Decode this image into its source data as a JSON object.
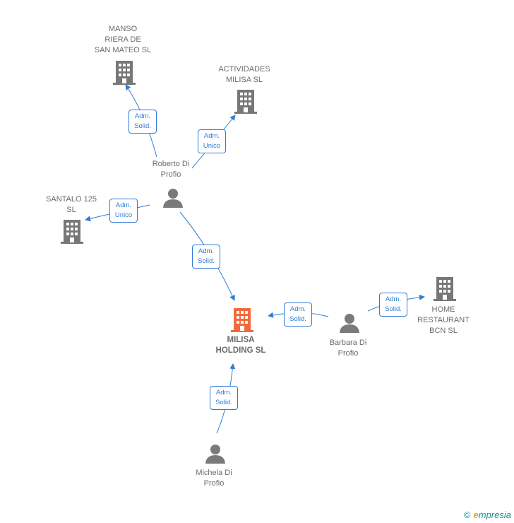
{
  "colors": {
    "company": "#777777",
    "center": "#f26a3c",
    "person": "#7a7a7a",
    "edge": "#2f7bd6"
  },
  "nodes": {
    "manso": {
      "label": "MANSO\nRIERA DE\nSAN MATEO SL"
    },
    "actividades": {
      "label": "ACTIVIDADES\nMILISA  SL"
    },
    "santalo": {
      "label": "SANTALO 125\nSL"
    },
    "milisa": {
      "label": "MILISA\nHOLDING  SL"
    },
    "home": {
      "label": "HOME\nRESTAURANT\nBCN SL"
    },
    "roberto": {
      "label": "Roberto Di\nProfio"
    },
    "barbara": {
      "label": "Barbara Di\nProfio"
    },
    "michela": {
      "label": "Michela Di\nProfio"
    }
  },
  "edges": {
    "roberto_manso": "Adm.\nSolid.",
    "roberto_actividades": "Adm.\nUnico",
    "roberto_santalo": "Adm.\nUnico",
    "roberto_milisa": "Adm.\nSolid.",
    "barbara_milisa": "Adm.\nSolid.",
    "barbara_home": "Adm.\nSolid.",
    "michela_milisa": "Adm.\nSolid."
  },
  "footer": {
    "copyright": "©",
    "brand_initial": "e",
    "brand_rest": "mpresia"
  }
}
